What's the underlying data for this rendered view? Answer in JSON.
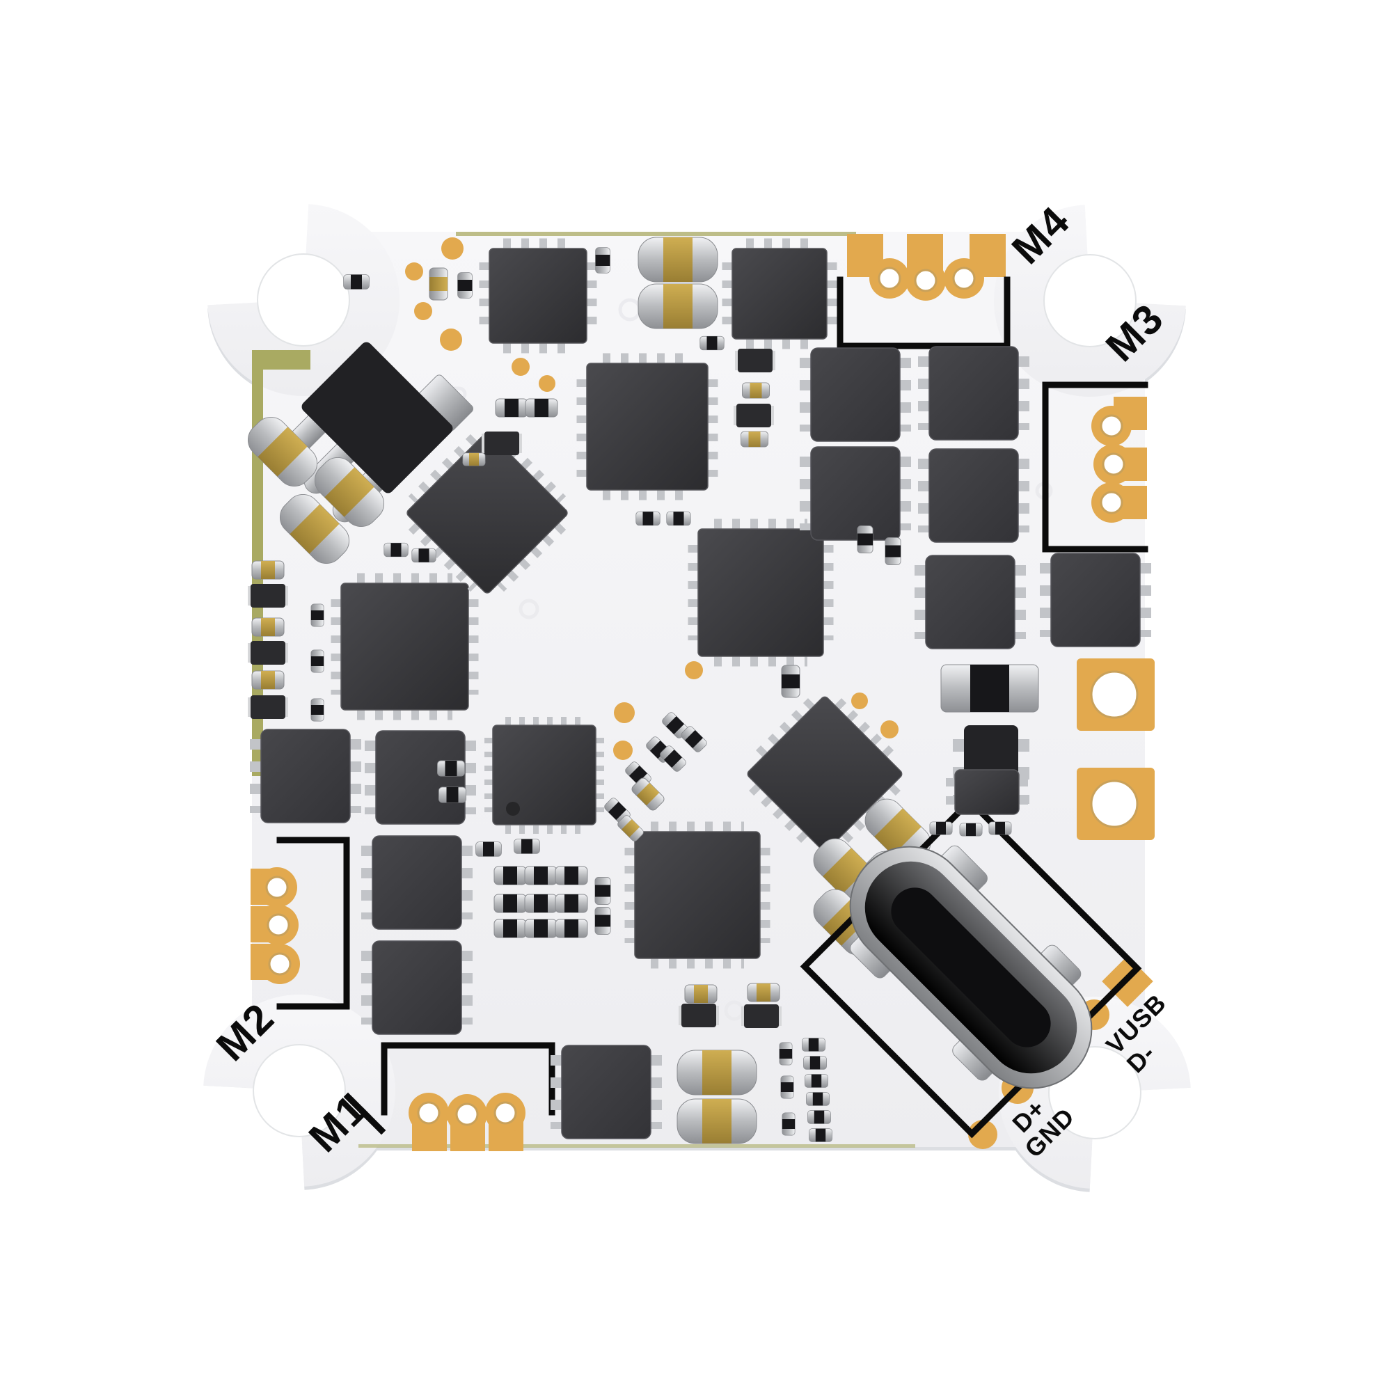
{
  "labels": {
    "m1": "M1",
    "m2": "M2",
    "m3": "M3",
    "m4": "M4",
    "vusb": "VUSB",
    "dminus": "D-",
    "dplus": "D+",
    "gnd": "GND"
  },
  "colors": {
    "bg": "#ffffff",
    "board": "#f3f3f5",
    "board-shade": "#dcdee2",
    "gold": "#e2a94e",
    "olive": "#a9aa62",
    "silver": "#c2c4c8",
    "silk": "#0b0b0b",
    "hole": "#ffffff"
  }
}
